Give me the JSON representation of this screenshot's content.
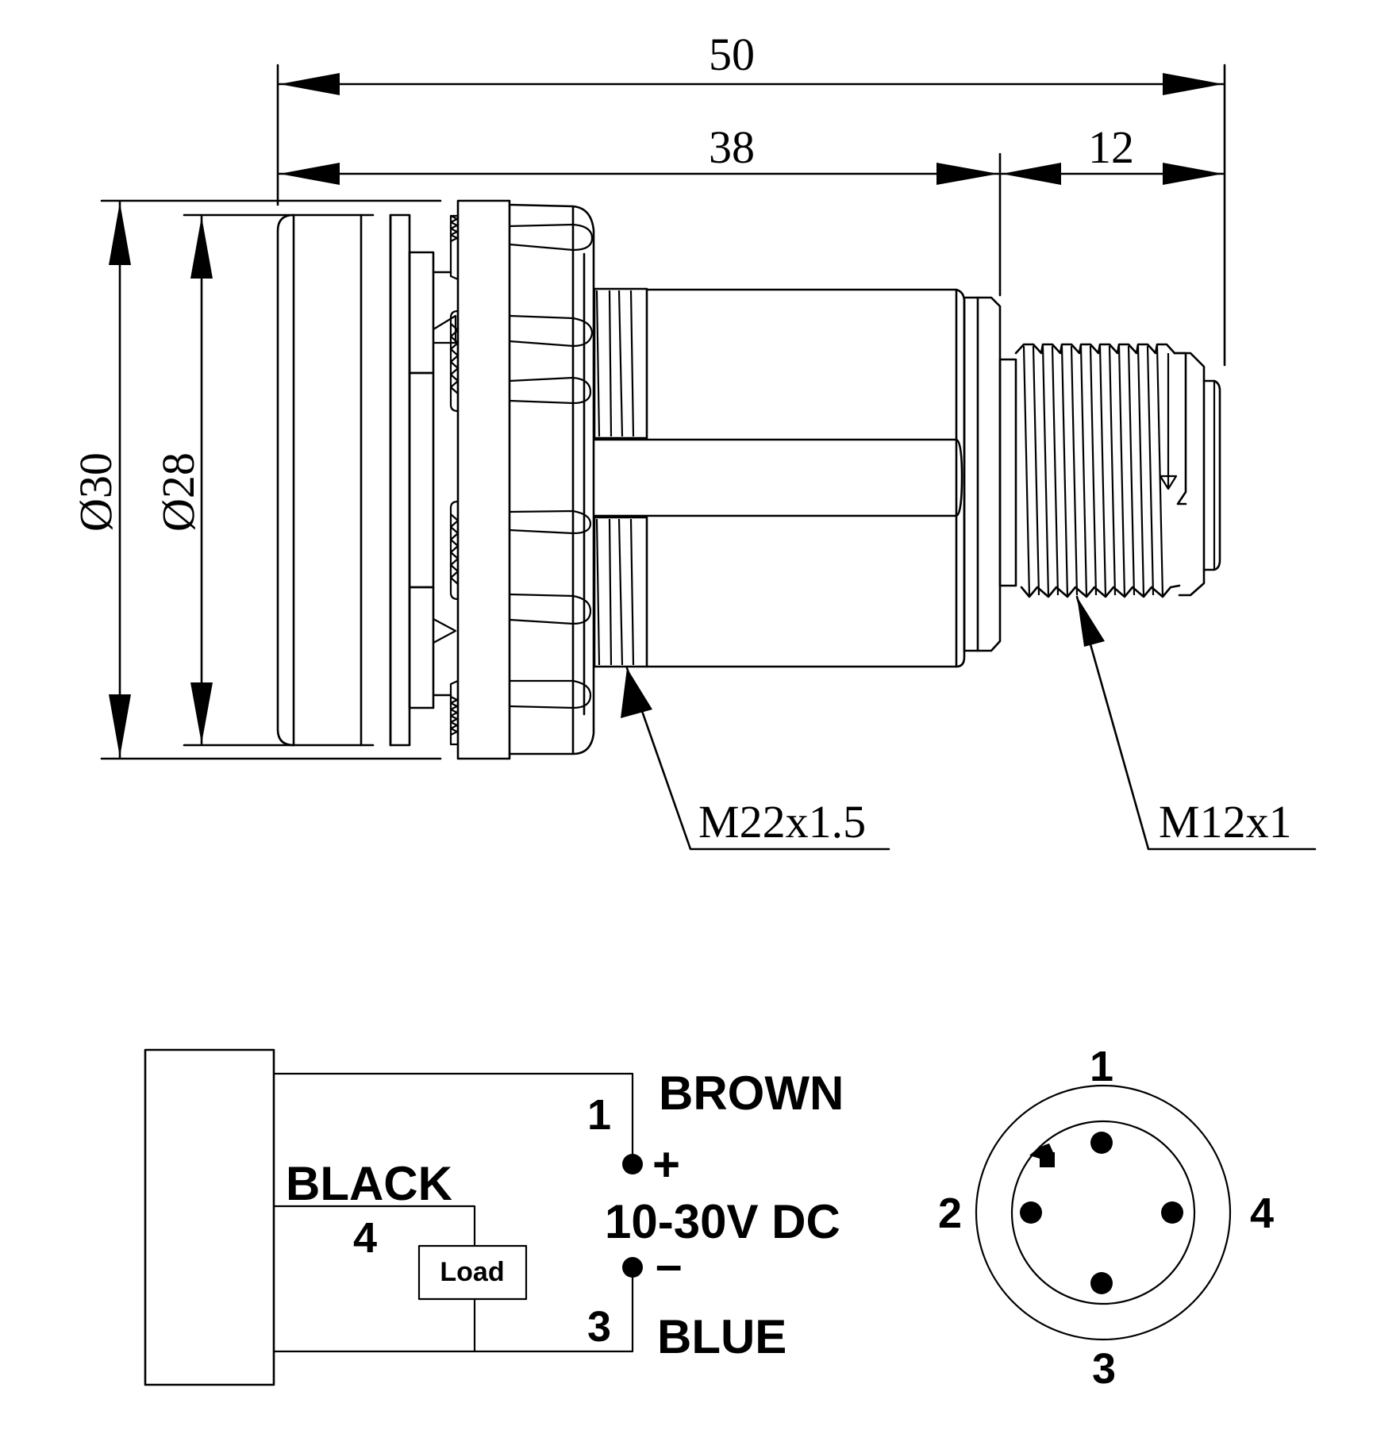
{
  "drawing": {
    "type": "technical-drawing",
    "subject": "M12 connector sensor with M22x1.5 mounting thread",
    "units": "mm"
  },
  "dimensions": {
    "overall_length": "50",
    "body_length": "38",
    "connector_length": "12",
    "outer_diameter": "Ø30",
    "inner_diameter": "Ø28"
  },
  "callouts": {
    "mount_thread": "M22x1.5",
    "connector_thread": "M12x1"
  },
  "wiring": {
    "pin1_number": "1",
    "pin1_color": "BROWN",
    "pin1_polarity": "+",
    "supply": "10-30V DC",
    "pin3_number": "3",
    "pin3_color": "BLUE",
    "pin3_polarity": "–",
    "pin4_number": "4",
    "pin4_color": "BLACK",
    "load_label": "Load"
  },
  "pinout": {
    "pins": [
      {
        "label": "1",
        "position": "top"
      },
      {
        "label": "2",
        "position": "left"
      },
      {
        "label": "3",
        "position": "bottom"
      },
      {
        "label": "4",
        "position": "right"
      }
    ]
  }
}
